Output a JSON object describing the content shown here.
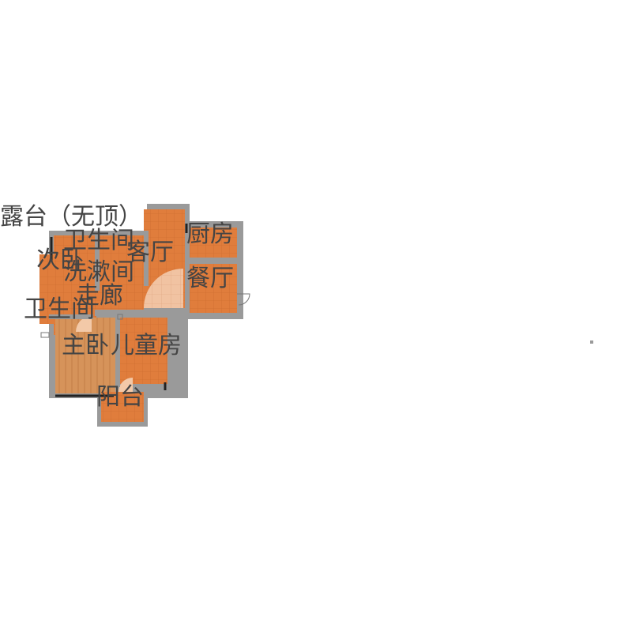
{
  "floorplan": {
    "rooms": [
      {
        "key": "terrace",
        "label": "露台（无顶）"
      },
      {
        "key": "bath_top",
        "label": "卫生间"
      },
      {
        "key": "living",
        "label": "客厅"
      },
      {
        "key": "kitchen",
        "label": "厨房"
      },
      {
        "key": "second_bedroom",
        "label": "次卧"
      },
      {
        "key": "washroom",
        "label": "洗漱间"
      },
      {
        "key": "dining",
        "label": "餐厅"
      },
      {
        "key": "corridor",
        "label": "走廊"
      },
      {
        "key": "bath_left",
        "label": "卫生间"
      },
      {
        "key": "master_bedroom",
        "label": "主卧"
      },
      {
        "key": "kids_room",
        "label": "儿童房"
      },
      {
        "key": "balcony",
        "label": "阳台"
      }
    ]
  }
}
